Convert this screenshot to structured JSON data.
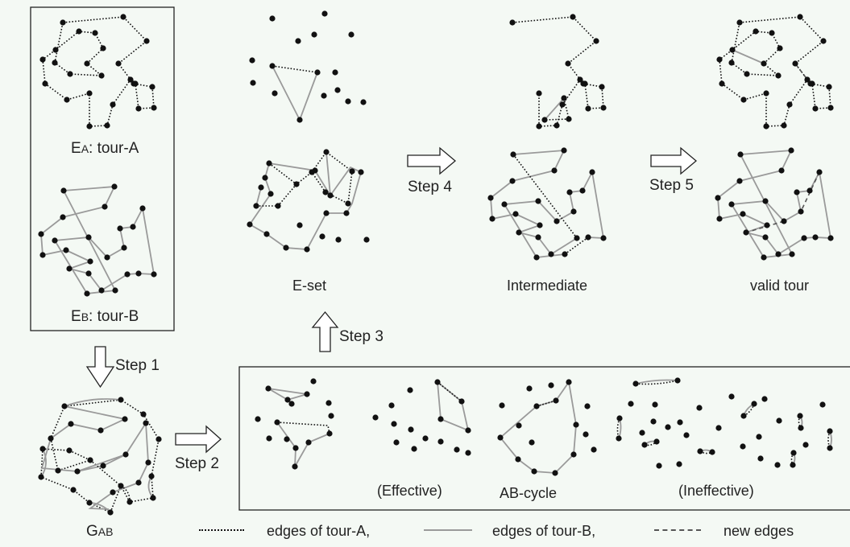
{
  "figure": {
    "panels": {
      "tour_a": {
        "prefix": "E",
        "sub": "A",
        "suffix": ": tour-A"
      },
      "tour_b": {
        "prefix": "E",
        "sub": "B",
        "suffix": ": tour-B"
      },
      "gab": {
        "prefix": "G",
        "sub": "AB"
      },
      "eset": "E-set",
      "intermediate": "Intermediate",
      "valid_tour": "valid tour",
      "effective": "(Effective)",
      "ab_cycle": "AB-cycle",
      "ineffective": "(Ineffective)"
    },
    "steps": [
      "Step 1",
      "Step 2",
      "Step 3",
      "Step 4",
      "Step 5"
    ],
    "legend": {
      "tour_a": "edges of  tour-A,",
      "tour_b": "edges of  tour-B,",
      "new_edges": "new edges"
    },
    "colors": {
      "background": "#f4f9f4",
      "tour_a_edge": "#111111",
      "tour_b_edge": "#9a9a9a",
      "new_edge": "#555555",
      "node": "#111111"
    }
  }
}
